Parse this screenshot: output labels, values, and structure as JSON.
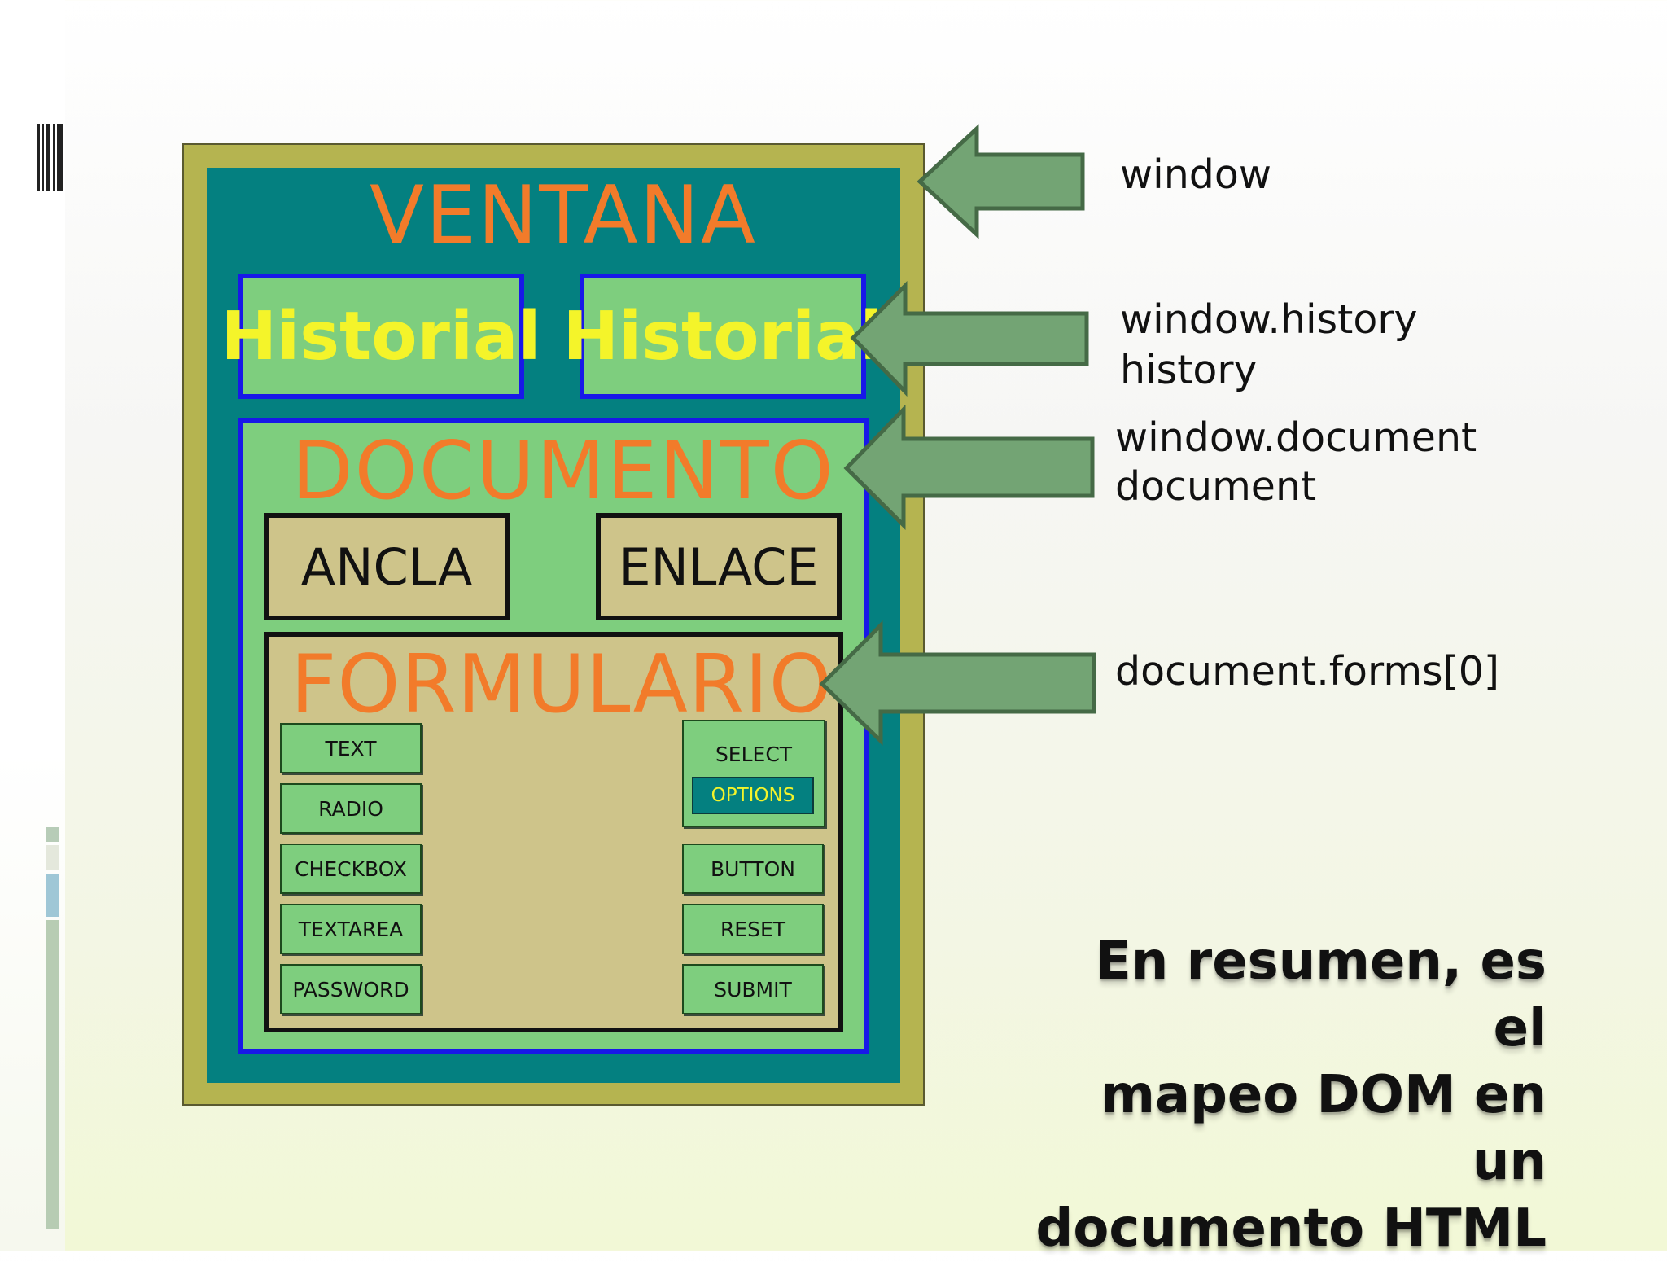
{
  "diagram": {
    "window_box": {
      "title": "VENTANA"
    },
    "history_boxes": [
      {
        "label": "Historial"
      },
      {
        "label": "Historial"
      }
    ],
    "document_box": {
      "title": "DOCUMENTO"
    },
    "document_items": [
      {
        "label": "ANCLA"
      },
      {
        "label": "ENLACE"
      }
    ],
    "form_box": {
      "title": "FORMULARIO"
    },
    "form_left_items": [
      "TEXT",
      "RADIO",
      "CHECKBOX",
      "TEXTAREA",
      "PASSWORD"
    ],
    "form_select": {
      "label": "SELECT",
      "option_label": "OPTIONS"
    },
    "form_right_items": [
      "BUTTON",
      "RESET",
      "SUBMIT"
    ]
  },
  "arrow_labels": {
    "window": [
      "window"
    ],
    "history": [
      "window.history",
      "history"
    ],
    "document": [
      "window.document",
      "document"
    ],
    "form": [
      "document.forms[0]"
    ]
  },
  "summary": {
    "lines": [
      "En resumen, es el",
      "mapeo DOM en un",
      "documento HTML"
    ]
  },
  "colors": {
    "title_orange": "#f27b2a",
    "history_yellow": "#f4f42a",
    "teal": "#048080",
    "light_green": "#7ece7e",
    "border_blue": "#1818e8",
    "tan": "#cec48a",
    "olive": "#b5b450",
    "arrow_green": "#73a474"
  }
}
